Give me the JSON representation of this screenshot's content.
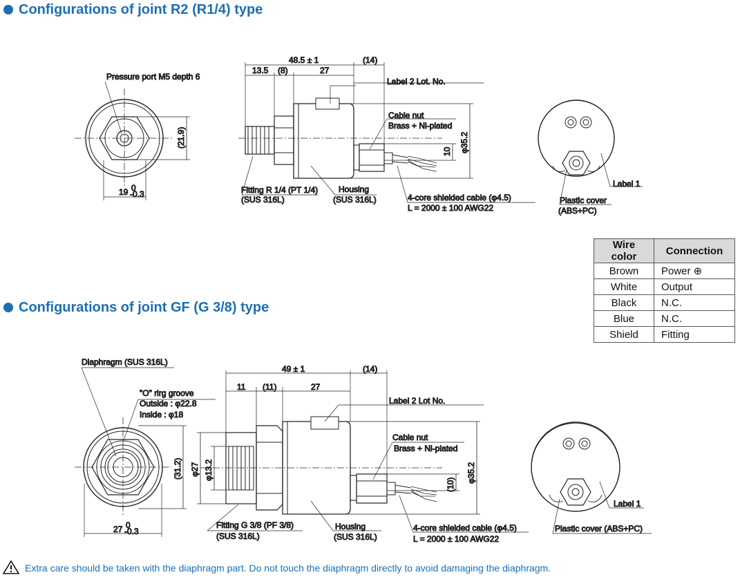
{
  "headings": {
    "r2": "Configurations of joint R2 (R1/4) type",
    "gf": "Configurations of joint GF (G 3/8) type"
  },
  "r2": {
    "pressure_port": "Pressure port M5 depth 6",
    "dim_21_9": "(21.9)",
    "dim_19": "19",
    "tol_19_upper": "0",
    "tol_19_lower": "-0.3",
    "dim_total": "48.5 ± 1",
    "dim_14": "(14)",
    "dim_13_5": "13.5",
    "dim_8": "(8)",
    "dim_27": "27",
    "label2": "Label 2  Lot. No.",
    "cable_nut": "Cable nut",
    "cable_nut_material": "Brass + Ni-plated",
    "dim_10": "10",
    "dim_phi35_2": "φ35.2",
    "fitting": "Fitting  R 1/4 (PT 1/4)",
    "fitting_material": "(SUS 316L)",
    "housing": "Housing",
    "housing_material": "(SUS 316L)",
    "cable": "4-core shielded cable (φ4.5)",
    "cable_length": "L = 2000 ± 100  AWG22",
    "label1": "Label 1",
    "plastic_cover": "Plastic cover",
    "plastic_cover_material": "(ABS+PC)"
  },
  "wire_table": {
    "headers": [
      "Wire color",
      "Connection"
    ],
    "rows": [
      [
        "Brown",
        "Power ⊕"
      ],
      [
        "White",
        "Output"
      ],
      [
        "Black",
        "N.C."
      ],
      [
        "Blue",
        "N.C."
      ],
      [
        "Shield",
        "Fitting"
      ]
    ]
  },
  "gf": {
    "diaphragm": "Diaphragm (SUS 316L)",
    "o_ring": "\"O\" rirg groove",
    "o_ring_outside": "Outside : φ22.8",
    "o_ring_inside": "Inside : φ18",
    "dim_31_2": "(31.2)",
    "dim_27w": "27",
    "tol_27_upper": "0",
    "tol_27_lower": "-0.3",
    "dim_total": "49 ± 1",
    "dim_14": "(14)",
    "dim_11": "11",
    "dim_11p": "(11)",
    "dim_27": "27",
    "label2": "Label 2 Lot No.",
    "cable_nut": "Cable nut",
    "cable_nut_material": "Brass + Ni-plated",
    "dim_phi27": "φ27",
    "dim_phi13_2": "φ13.2",
    "dim_10": "(10)",
    "dim_phi35_2": "φ35.2",
    "fitting": "Fitting G 3/8 (PF 3/8)",
    "fitting_material": "(SUS 316L)",
    "housing": "Housing",
    "housing_material": "(SUS 316L)",
    "cable": "4-core shielded cable (φ4.5)",
    "cable_length": "L = 2000 ± 100   AWG22",
    "label1": "Label 1",
    "plastic_cover": "Plastic cover (ABS+PC)"
  },
  "note": "Extra care should be taken with the diaphragm part. Do not touch the diaphragm directly to avoid damaging the diaphragm.",
  "colors": {
    "heading": "#1b6fb5",
    "note": "#1b6fb5",
    "table_header": "#d9d9d9"
  }
}
